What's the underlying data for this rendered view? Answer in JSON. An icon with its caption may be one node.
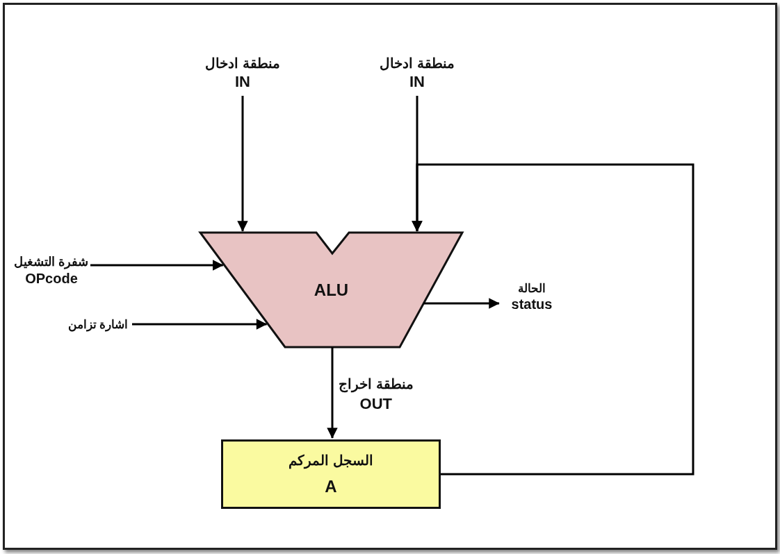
{
  "diagram": {
    "nodes": [
      {
        "text": [
          "منطقة ادخال",
          "IN"
        ]
      },
      {
        "text": [
          "منطقة ادخال",
          "IN"
        ]
      },
      {
        "text": [
          "ALU"
        ]
      },
      {
        "text": [
          "شفرة التشغيل",
          "OPcode"
        ]
      },
      {
        "text": [
          "اشارة تزامن"
        ]
      },
      {
        "text": [
          "الحالة",
          "status"
        ]
      },
      {
        "text": [
          "السجل المركم",
          "A"
        ]
      }
    ],
    "edges": [
      {
        "from": 0,
        "to": 2,
        "arrow": "to"
      },
      {
        "from": 1,
        "to": 2,
        "arrow": "to"
      },
      {
        "from": 3,
        "to": 2,
        "arrow": "to"
      },
      {
        "from": 4,
        "to": 2,
        "arrow": "to"
      },
      {
        "from": 2,
        "to": 5,
        "arrow": "to"
      },
      {
        "from": 2,
        "to": 6,
        "arrow": "to",
        "label": "منطقة اخراج OUT"
      },
      {
        "from": 6,
        "to": 2,
        "arrow": "to"
      }
    ]
  }
}
